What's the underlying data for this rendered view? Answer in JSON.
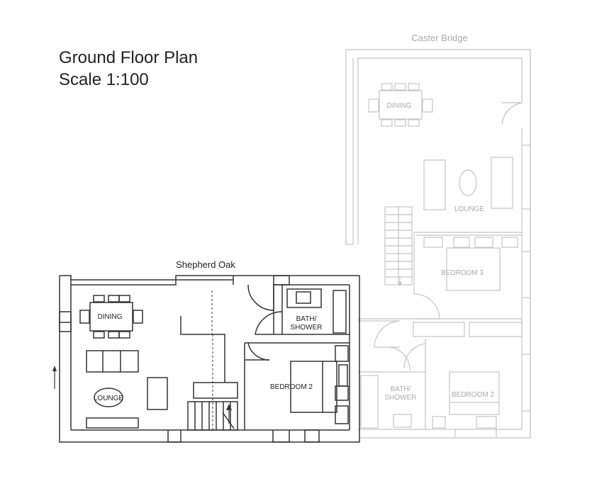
{
  "header": {
    "title": "Ground Floor Plan",
    "scale": "Scale 1:100"
  },
  "shepherd_oak": {
    "name": "Shepherd Oak",
    "rooms": {
      "dining": "DINING",
      "lounge": "LOUNGE",
      "bath_line1": "BATH/",
      "bath_line2": "SHOWER",
      "bedroom2": "BEDROOM 2"
    }
  },
  "caster_bridge": {
    "name": "Caster Bridge",
    "rooms": {
      "dining": "DINING",
      "lounge": "LOUNGE",
      "bedroom3": "BEDROOM 3",
      "bath_line1": "BATH/",
      "bath_line2": "SHOWER",
      "bedroom2": "BEDROOM 2"
    }
  },
  "colors": {
    "main_wall": "#333333",
    "faded_wall": "#bdbdbd",
    "faded_text": "#a8a8a8"
  }
}
